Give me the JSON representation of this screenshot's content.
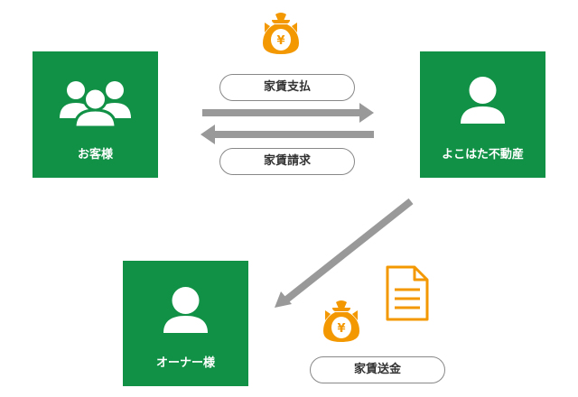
{
  "nodes": {
    "customer": {
      "label": "お客様",
      "icon": "people-group-icon"
    },
    "agency": {
      "label": "よこはた不動産",
      "icon": "person-icon"
    },
    "owner": {
      "label": "オーナー様",
      "icon": "person-icon"
    }
  },
  "edges": {
    "payment": {
      "label": "家賃支払"
    },
    "billing": {
      "label": "家賃請求"
    },
    "remittance": {
      "label": "家賃送金"
    }
  },
  "symbols": {
    "yen": "¥",
    "moneybag_icon": "money-bag-yen-icon",
    "document_icon": "document-icon"
  },
  "colors": {
    "box_green": "#119146",
    "arrow_gray": "#999999",
    "accent_orange": "#F39800"
  }
}
